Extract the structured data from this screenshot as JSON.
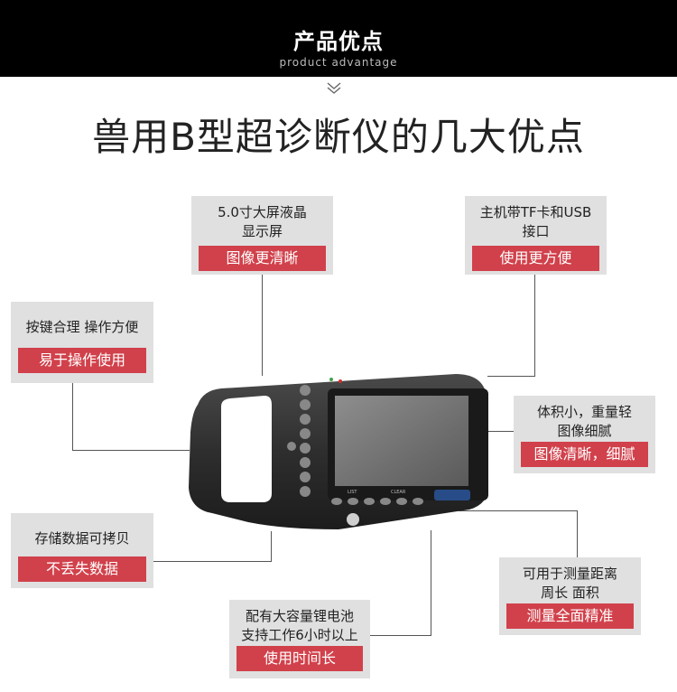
{
  "header": {
    "title": "产品优点",
    "subtitle": "product advantage"
  },
  "main_title": "兽用B型超诊断仪的几大优点",
  "features": [
    {
      "lines": [
        "5.0寸大屏液晶",
        "显示屏"
      ],
      "tag": "图像更清晰"
    },
    {
      "lines": [
        "主机带TF卡和USB",
        "接口"
      ],
      "tag": "使用更方便"
    },
    {
      "lines": [
        "按键合理 操作方便"
      ],
      "tag": "易于操作使用"
    },
    {
      "lines": [
        "体积小，重量轻",
        "图像细腻"
      ],
      "tag": "图像清晰，细腻"
    },
    {
      "lines": [
        "存储数据可拷贝"
      ],
      "tag": "不丢失数据"
    },
    {
      "lines": [
        "配有大容量锂电池",
        "支持工作6小时以上"
      ],
      "tag": "使用时间长"
    },
    {
      "lines": [
        "可用于测量距离",
        "周长 面积"
      ],
      "tag": "测量全面精准"
    }
  ],
  "device_labels": {
    "clear": "CLEAR",
    "list": "LIST"
  },
  "colors": {
    "header_bg": "#000000",
    "box_bg": "#e0e0e0",
    "tag_red": "#d1414b"
  }
}
